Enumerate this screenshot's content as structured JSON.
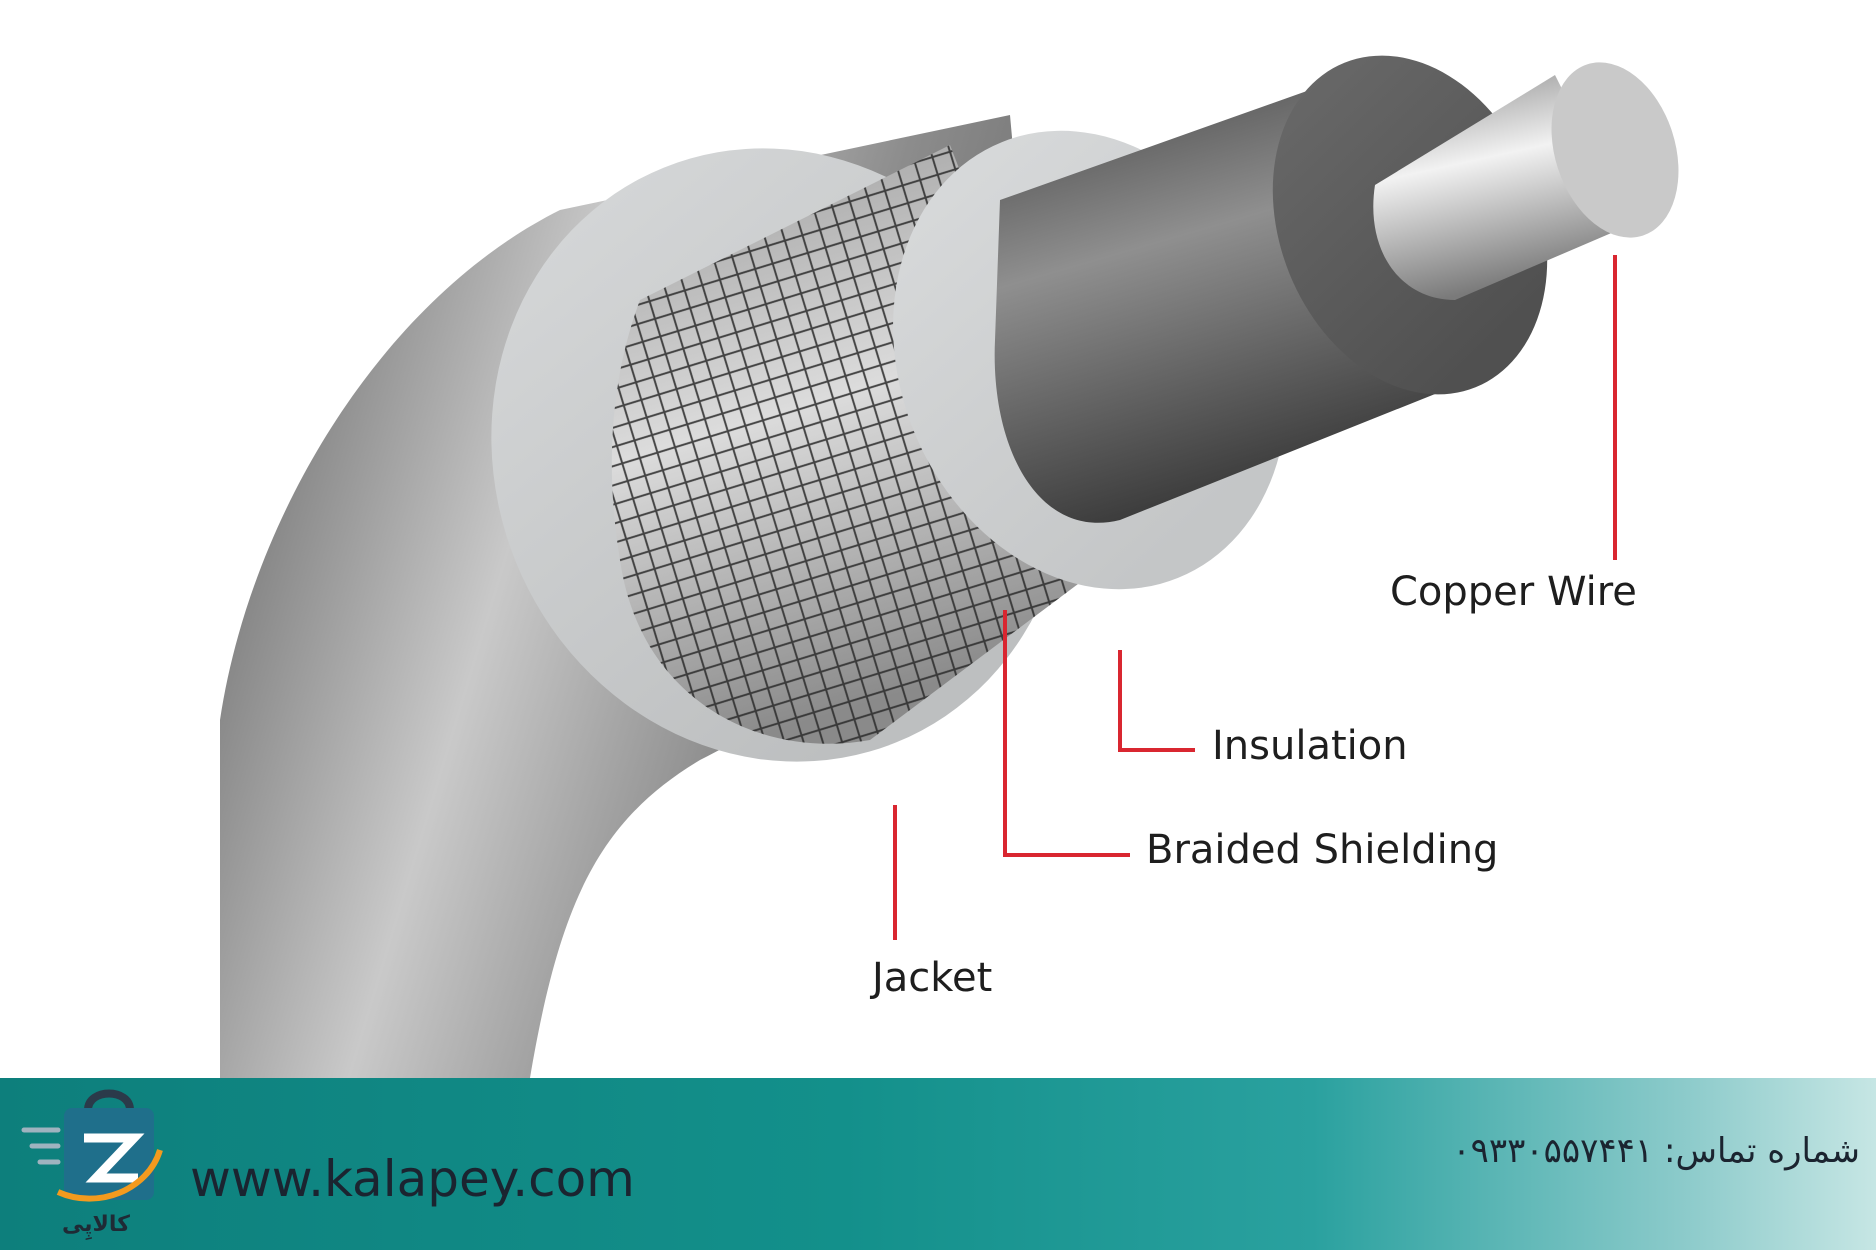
{
  "diagram": {
    "labels": {
      "copper_wire": "Copper Wire",
      "insulation": "Insulation",
      "braided_shielding": "Braided Shielding",
      "jacket": "Jacket"
    },
    "leader_color": "#d92630"
  },
  "footer": {
    "website": "www.kalapey.com",
    "contact": "شماره تماس: ۰۹۳۳۰۵۵۷۴۴۱",
    "logo_text": "کالاپِی",
    "colors": {
      "teal": "#0d7f7c",
      "light": "#c6e6e4",
      "logo_orange": "#f39a1e"
    }
  }
}
